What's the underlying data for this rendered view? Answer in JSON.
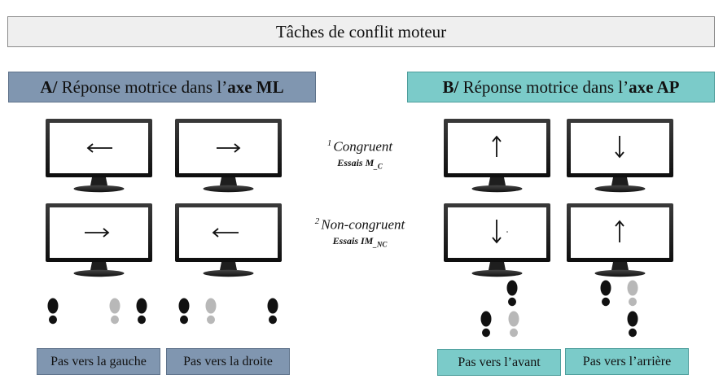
{
  "title": "Tâches de conflit moteur",
  "panel_a": {
    "prefix": "A/",
    "text": " Réponse motrice dans l’",
    "axis": "axe ML"
  },
  "panel_b": {
    "prefix": "B/",
    "text": " Réponse motrice dans l’",
    "axis": "axe AP"
  },
  "conditions": {
    "congruent": {
      "sup": "1",
      "label": "Congruent",
      "trials": "Essais M",
      "trials_sub": "_C"
    },
    "noncongruent": {
      "sup": "2",
      "label": "Non-congruent",
      "trials": "Essais IM",
      "trials_sub": "_NC"
    }
  },
  "labels": {
    "left": "Pas vers la gauche",
    "right": "Pas vers la droite",
    "forward": "Pas vers l’avant",
    "backward": "Pas vers l’arrière"
  },
  "monitors": [
    {
      "id": "a-r1-c1",
      "arrow": "left"
    },
    {
      "id": "a-r1-c2",
      "arrow": "right"
    },
    {
      "id": "a-r2-c1",
      "arrow": "right"
    },
    {
      "id": "a-r2-c2",
      "arrow": "left"
    },
    {
      "id": "b-r1-c1",
      "arrow": "up"
    },
    {
      "id": "b-r1-c2",
      "arrow": "down"
    },
    {
      "id": "b-r2-c1",
      "arrow": "down"
    },
    {
      "id": "b-r2-c2",
      "arrow": "up"
    }
  ],
  "colors": {
    "panel_a": "#8096b0",
    "panel_b": "#7bcbc9",
    "foot_dark": "#111111",
    "foot_light": "#b8b8b8"
  },
  "icons": {
    "monitor": "monitor-icon",
    "footprint": "footprint-icon",
    "arrow": "arrow-icon"
  }
}
